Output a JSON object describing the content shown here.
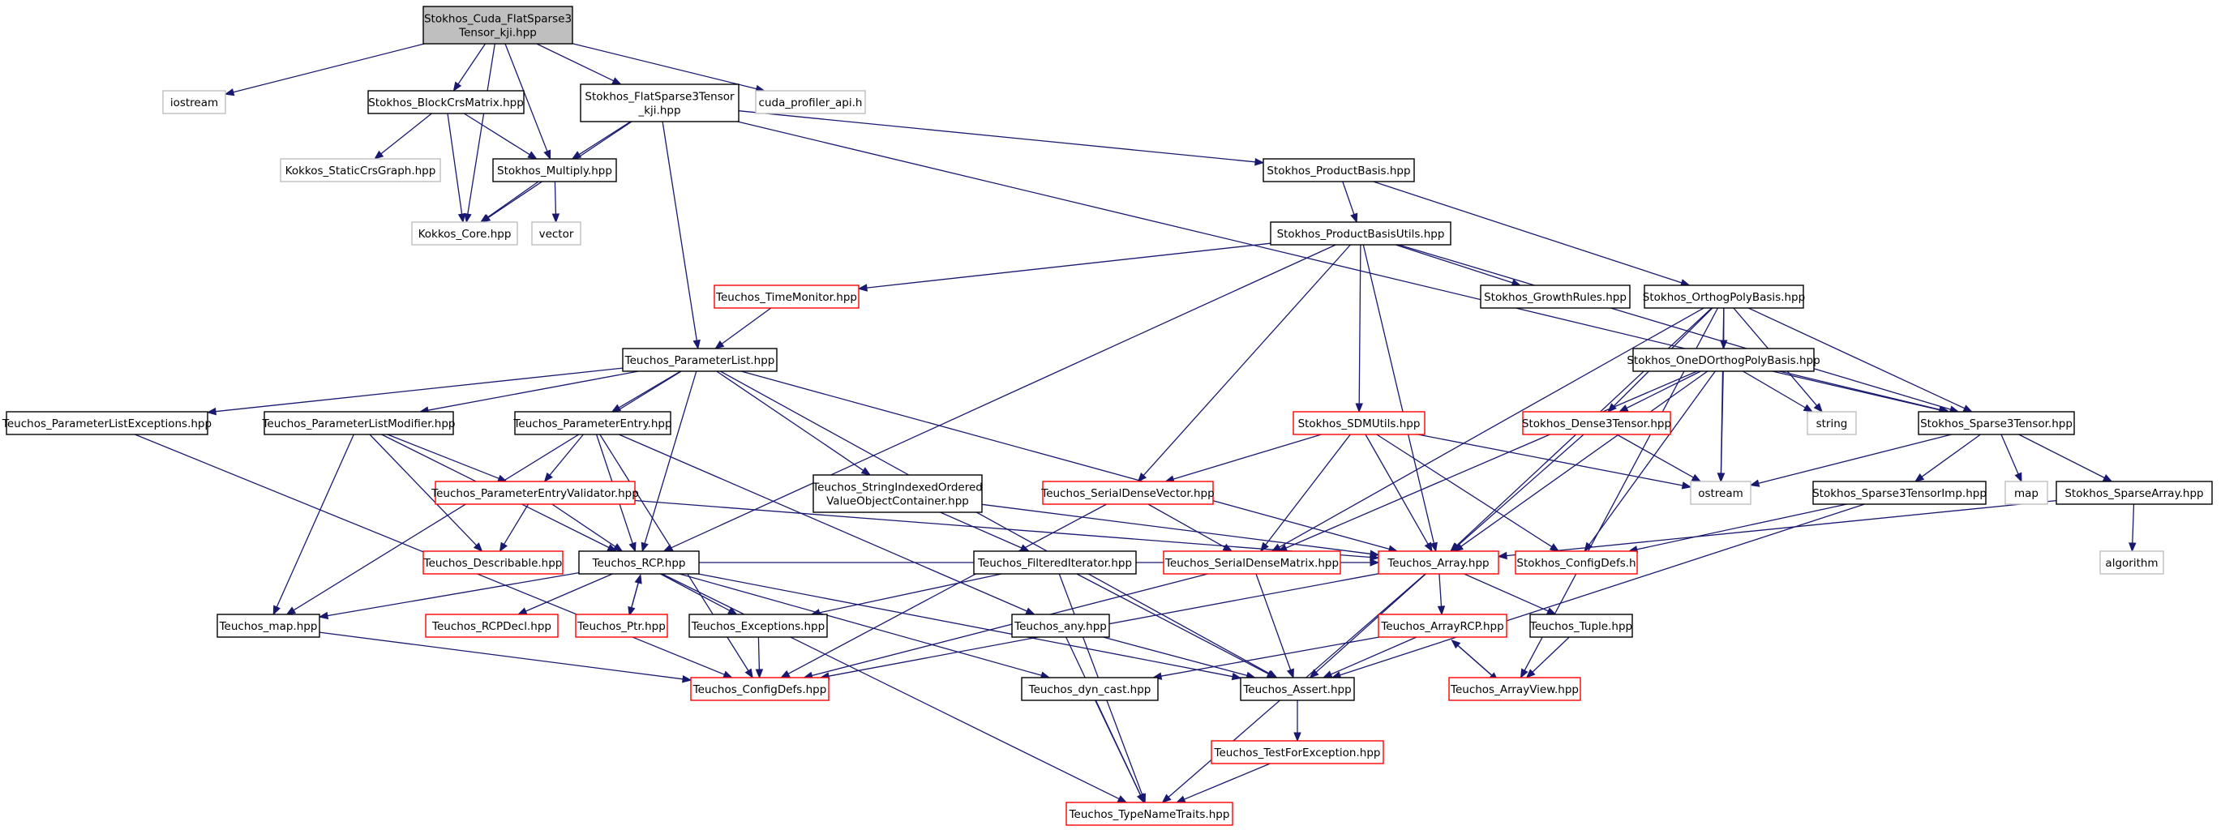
{
  "colors": {
    "edge": "#191970",
    "border_default": "#000000",
    "border_error": "#ff0000",
    "border_external": "#bfbfbf",
    "fill_root": "#bfbfbf",
    "fill_default": "#ffffff"
  },
  "nodes": [
    {
      "id": "root",
      "lines": [
        "Stokhos_Cuda_FlatSparse3",
        "Tensor_kji.hpp"
      ],
      "style": "root"
    },
    {
      "id": "iostream",
      "lines": [
        "iostream"
      ],
      "style": "external"
    },
    {
      "id": "blockcrs",
      "lines": [
        "Stokhos_BlockCrsMatrix.hpp"
      ],
      "style": "default"
    },
    {
      "id": "flatsparse",
      "lines": [
        "Stokhos_FlatSparse3Tensor",
        "_kji.hpp"
      ],
      "style": "default"
    },
    {
      "id": "cudaprof",
      "lines": [
        "cuda_profiler_api.h"
      ],
      "style": "external"
    },
    {
      "id": "kokkosgraph",
      "lines": [
        "Kokkos_StaticCrsGraph.hpp"
      ],
      "style": "external"
    },
    {
      "id": "multiply",
      "lines": [
        "Stokhos_Multiply.hpp"
      ],
      "style": "default"
    },
    {
      "id": "kokkoscore",
      "lines": [
        "Kokkos_Core.hpp"
      ],
      "style": "external"
    },
    {
      "id": "vector",
      "lines": [
        "vector"
      ],
      "style": "external"
    },
    {
      "id": "productbasis",
      "lines": [
        "Stokhos_ProductBasis.hpp"
      ],
      "style": "default"
    },
    {
      "id": "productbasisutils",
      "lines": [
        "Stokhos_ProductBasisUtils.hpp"
      ],
      "style": "default"
    },
    {
      "id": "timemonitor",
      "lines": [
        "Teuchos_TimeMonitor.hpp"
      ],
      "style": "error"
    },
    {
      "id": "growthrules",
      "lines": [
        "Stokhos_GrowthRules.hpp"
      ],
      "style": "default"
    },
    {
      "id": "orthopoly",
      "lines": [
        "Stokhos_OrthogPolyBasis.hpp"
      ],
      "style": "default"
    },
    {
      "id": "paramlist",
      "lines": [
        "Teuchos_ParameterList.hpp"
      ],
      "style": "default"
    },
    {
      "id": "onedortho",
      "lines": [
        "Stokhos_OneDOrthogPolyBasis.hpp"
      ],
      "style": "default"
    },
    {
      "id": "plexceptions",
      "lines": [
        "Teuchos_ParameterListExceptions.hpp"
      ],
      "style": "default"
    },
    {
      "id": "plmodifier",
      "lines": [
        "Teuchos_ParameterListModifier.hpp"
      ],
      "style": "default"
    },
    {
      "id": "paramentry",
      "lines": [
        "Teuchos_ParameterEntry.hpp"
      ],
      "style": "default"
    },
    {
      "id": "sdmutils",
      "lines": [
        "Stokhos_SDMUtils.hpp"
      ],
      "style": "error"
    },
    {
      "id": "dense3",
      "lines": [
        "Stokhos_Dense3Tensor.hpp"
      ],
      "style": "error"
    },
    {
      "id": "string",
      "lines": [
        "string"
      ],
      "style": "external"
    },
    {
      "id": "sparse3",
      "lines": [
        "Stokhos_Sparse3Tensor.hpp"
      ],
      "style": "default"
    },
    {
      "id": "peValidator",
      "lines": [
        "Teuchos_ParameterEntryValidator.hpp"
      ],
      "style": "error"
    },
    {
      "id": "stringindexed",
      "lines": [
        "Teuchos_StringIndexedOrdered",
        "ValueObjectContainer.hpp"
      ],
      "style": "default"
    },
    {
      "id": "serialdensevector",
      "lines": [
        "Teuchos_SerialDenseVector.hpp"
      ],
      "style": "error"
    },
    {
      "id": "ostream",
      "lines": [
        "ostream"
      ],
      "style": "external"
    },
    {
      "id": "sparse3imp",
      "lines": [
        "Stokhos_Sparse3TensorImp.hpp"
      ],
      "style": "default"
    },
    {
      "id": "map",
      "lines": [
        "map"
      ],
      "style": "external"
    },
    {
      "id": "sparsearray",
      "lines": [
        "Stokhos_SparseArray.hpp"
      ],
      "style": "default"
    },
    {
      "id": "describable",
      "lines": [
        "Teuchos_Describable.hpp"
      ],
      "style": "error"
    },
    {
      "id": "rcp",
      "lines": [
        "Teuchos_RCP.hpp"
      ],
      "style": "default"
    },
    {
      "id": "filtered",
      "lines": [
        "Teuchos_FilteredIterator.hpp"
      ],
      "style": "default"
    },
    {
      "id": "serialdensematrix",
      "lines": [
        "Teuchos_SerialDenseMatrix.hpp"
      ],
      "style": "error"
    },
    {
      "id": "array",
      "lines": [
        "Teuchos_Array.hpp"
      ],
      "style": "error"
    },
    {
      "id": "configdefsh",
      "lines": [
        "Stokhos_ConfigDefs.h"
      ],
      "style": "error"
    },
    {
      "id": "algorithm",
      "lines": [
        "algorithm"
      ],
      "style": "external"
    },
    {
      "id": "teuchosmap",
      "lines": [
        "Teuchos_map.hpp"
      ],
      "style": "default"
    },
    {
      "id": "rcpdecl",
      "lines": [
        "Teuchos_RCPDecl.hpp"
      ],
      "style": "error"
    },
    {
      "id": "ptr",
      "lines": [
        "Teuchos_Ptr.hpp"
      ],
      "style": "error"
    },
    {
      "id": "exceptions",
      "lines": [
        "Teuchos_Exceptions.hpp"
      ],
      "style": "default"
    },
    {
      "id": "any",
      "lines": [
        "Teuchos_any.hpp"
      ],
      "style": "default"
    },
    {
      "id": "arrayrcp",
      "lines": [
        "Teuchos_ArrayRCP.hpp"
      ],
      "style": "error"
    },
    {
      "id": "tuple",
      "lines": [
        "Teuchos_Tuple.hpp"
      ],
      "style": "default"
    },
    {
      "id": "configdefs",
      "lines": [
        "Teuchos_ConfigDefs.hpp"
      ],
      "style": "error"
    },
    {
      "id": "dyncast",
      "lines": [
        "Teuchos_dyn_cast.hpp"
      ],
      "style": "default"
    },
    {
      "id": "assert",
      "lines": [
        "Teuchos_Assert.hpp"
      ],
      "style": "default"
    },
    {
      "id": "arrayview",
      "lines": [
        "Teuchos_ArrayView.hpp"
      ],
      "style": "error"
    },
    {
      "id": "testforexc",
      "lines": [
        "Teuchos_TestForException.hpp"
      ],
      "style": "error"
    },
    {
      "id": "typenametraits",
      "lines": [
        "Teuchos_TypeNameTraits.hpp"
      ],
      "style": "error"
    }
  ],
  "edges": [
    [
      "root",
      "iostream"
    ],
    [
      "root",
      "blockcrs"
    ],
    [
      "root",
      "flatsparse"
    ],
    [
      "root",
      "cudaprof"
    ],
    [
      "root",
      "kokkoscore"
    ],
    [
      "root",
      "multiply"
    ],
    [
      "blockcrs",
      "kokkosgraph"
    ],
    [
      "blockcrs",
      "multiply"
    ],
    [
      "blockcrs",
      "kokkoscore"
    ],
    [
      "flatsparse",
      "multiply"
    ],
    [
      "flatsparse",
      "kokkoscore"
    ],
    [
      "flatsparse",
      "productbasis"
    ],
    [
      "flatsparse",
      "paramlist"
    ],
    [
      "flatsparse",
      "sparse3"
    ],
    [
      "multiply",
      "kokkoscore"
    ],
    [
      "multiply",
      "vector"
    ],
    [
      "productbasis",
      "productbasisutils"
    ],
    [
      "productbasis",
      "orthopoly"
    ],
    [
      "productbasisutils",
      "timemonitor"
    ],
    [
      "productbasisutils",
      "growthrules"
    ],
    [
      "productbasisutils",
      "rcp"
    ],
    [
      "productbasisutils",
      "serialdensevector"
    ],
    [
      "productbasisutils",
      "sdmutils"
    ],
    [
      "productbasisutils",
      "array"
    ],
    [
      "productbasisutils",
      "sparse3"
    ],
    [
      "timemonitor",
      "paramlist"
    ],
    [
      "orthopoly",
      "onedortho"
    ],
    [
      "orthopoly",
      "serialdensematrix"
    ],
    [
      "orthopoly",
      "array"
    ],
    [
      "orthopoly",
      "dense3"
    ],
    [
      "orthopoly",
      "string"
    ],
    [
      "orthopoly",
      "ostream"
    ],
    [
      "orthopoly",
      "sparse3"
    ],
    [
      "orthopoly",
      "arrayview"
    ],
    [
      "paramlist",
      "plexceptions"
    ],
    [
      "paramlist",
      "plmodifier"
    ],
    [
      "paramlist",
      "paramentry"
    ],
    [
      "paramlist",
      "stringindexed"
    ],
    [
      "paramlist",
      "rcp"
    ],
    [
      "paramlist",
      "teuchosmap"
    ],
    [
      "paramlist",
      "assert"
    ],
    [
      "paramlist",
      "array"
    ],
    [
      "onedortho",
      "serialdensematrix"
    ],
    [
      "onedortho",
      "dense3"
    ],
    [
      "onedortho",
      "string"
    ],
    [
      "onedortho",
      "ostream"
    ],
    [
      "onedortho",
      "sparse3"
    ],
    [
      "onedortho",
      "array"
    ],
    [
      "onedortho",
      "configdefsh"
    ],
    [
      "plexceptions",
      "configdefs"
    ],
    [
      "plmodifier",
      "peValidator"
    ],
    [
      "plmodifier",
      "describable"
    ],
    [
      "plmodifier",
      "rcp"
    ],
    [
      "plmodifier",
      "teuchosmap"
    ],
    [
      "paramentry",
      "peValidator"
    ],
    [
      "paramentry",
      "rcp"
    ],
    [
      "paramentry",
      "any"
    ],
    [
      "paramentry",
      "configdefs"
    ],
    [
      "sdmutils",
      "serialdensevector"
    ],
    [
      "sdmutils",
      "serialdensematrix"
    ],
    [
      "sdmutils",
      "array"
    ],
    [
      "sdmutils",
      "ostream"
    ],
    [
      "sdmutils",
      "configdefsh"
    ],
    [
      "dense3",
      "ostream"
    ],
    [
      "dense3",
      "array"
    ],
    [
      "sparse3",
      "ostream"
    ],
    [
      "sparse3",
      "map"
    ],
    [
      "sparse3",
      "sparse3imp"
    ],
    [
      "sparse3",
      "sparsearray"
    ],
    [
      "peValidator",
      "describable"
    ],
    [
      "peValidator",
      "rcp"
    ],
    [
      "peValidator",
      "array"
    ],
    [
      "stringindexed",
      "filtered"
    ],
    [
      "stringindexed",
      "array"
    ],
    [
      "serialdensevector",
      "serialdensematrix"
    ],
    [
      "serialdensevector",
      "configdefs"
    ],
    [
      "sparse3imp",
      "configdefsh"
    ],
    [
      "sparse3imp",
      "assert"
    ],
    [
      "sparsearray",
      "algorithm"
    ],
    [
      "sparsearray",
      "array"
    ],
    [
      "rcp",
      "teuchosmap"
    ],
    [
      "rcp",
      "rcpdecl"
    ],
    [
      "rcp",
      "ptr"
    ],
    [
      "rcp",
      "exceptions"
    ],
    [
      "rcp",
      "dyncast"
    ],
    [
      "rcp",
      "assert"
    ],
    [
      "rcp",
      "typenametraits"
    ],
    [
      "rcp",
      "array"
    ],
    [
      "ptr",
      "rcp"
    ],
    [
      "filtered",
      "exceptions"
    ],
    [
      "filtered",
      "assert"
    ],
    [
      "filtered",
      "typenametraits"
    ],
    [
      "serialdensematrix",
      "configdefs"
    ],
    [
      "serialdensematrix",
      "assert"
    ],
    [
      "array",
      "arrayrcp"
    ],
    [
      "array",
      "tuple"
    ],
    [
      "array",
      "assert"
    ],
    [
      "array",
      "typenametraits"
    ],
    [
      "array",
      "configdefs"
    ],
    [
      "teuchosmap",
      "configdefs"
    ],
    [
      "exceptions",
      "configdefs"
    ],
    [
      "any",
      "assert"
    ],
    [
      "any",
      "typenametraits"
    ],
    [
      "arrayrcp",
      "arrayview"
    ],
    [
      "arrayrcp",
      "assert"
    ],
    [
      "arrayrcp",
      "dyncast"
    ],
    [
      "arrayview",
      "arrayrcp"
    ],
    [
      "tuple",
      "arrayview"
    ],
    [
      "dyncast",
      "typenametraits"
    ],
    [
      "assert",
      "testforexc"
    ],
    [
      "testforexc",
      "typenametraits"
    ]
  ]
}
